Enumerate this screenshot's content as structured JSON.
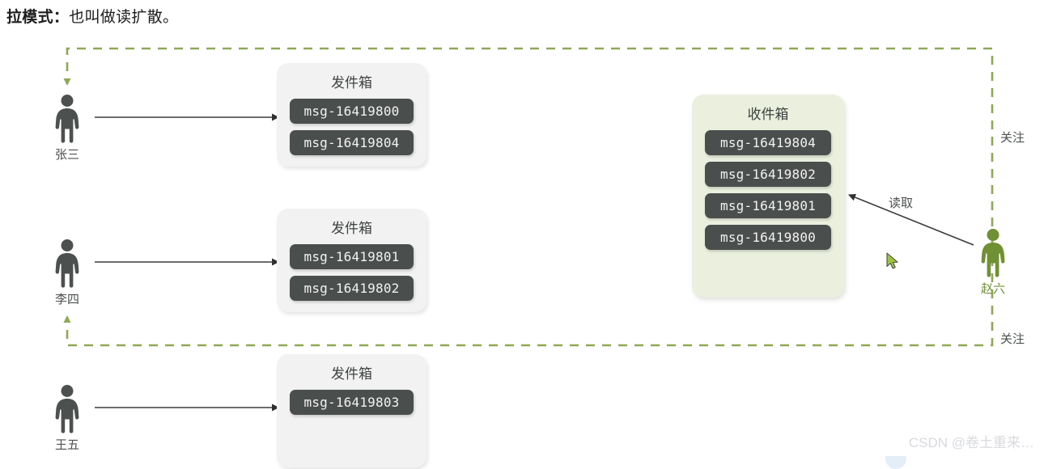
{
  "title": {
    "label": "拉模式：",
    "rest": "也叫做读扩散。"
  },
  "colors": {
    "accent_green": "#8fa856",
    "person_dark": "#4c5150",
    "person_green": "#6f9133",
    "msg_bg": "#4a4f4e",
    "outbox_bg": "#f2f2f2",
    "inbox_bg": "#eaf0dd",
    "arrow": "#3c3c3c"
  },
  "senders": [
    {
      "name": "张三",
      "box_title": "发件箱",
      "messages": [
        "msg-16419800",
        "msg-16419804"
      ]
    },
    {
      "name": "李四",
      "box_title": "发件箱",
      "messages": [
        "msg-16419801",
        "msg-16419802"
      ]
    },
    {
      "name": "王五",
      "box_title": "发件箱",
      "messages": [
        "msg-16419803"
      ]
    }
  ],
  "reader": {
    "name": "赵六",
    "box_title": "收件箱",
    "messages": [
      "msg-16419804",
      "msg-16419802",
      "msg-16419801",
      "msg-16419800"
    ]
  },
  "edges": {
    "read_label": "读取",
    "follow_label_top": "关注",
    "follow_label_bottom": "关注"
  },
  "watermark": {
    "text": "CSDN @卷土重来…"
  }
}
